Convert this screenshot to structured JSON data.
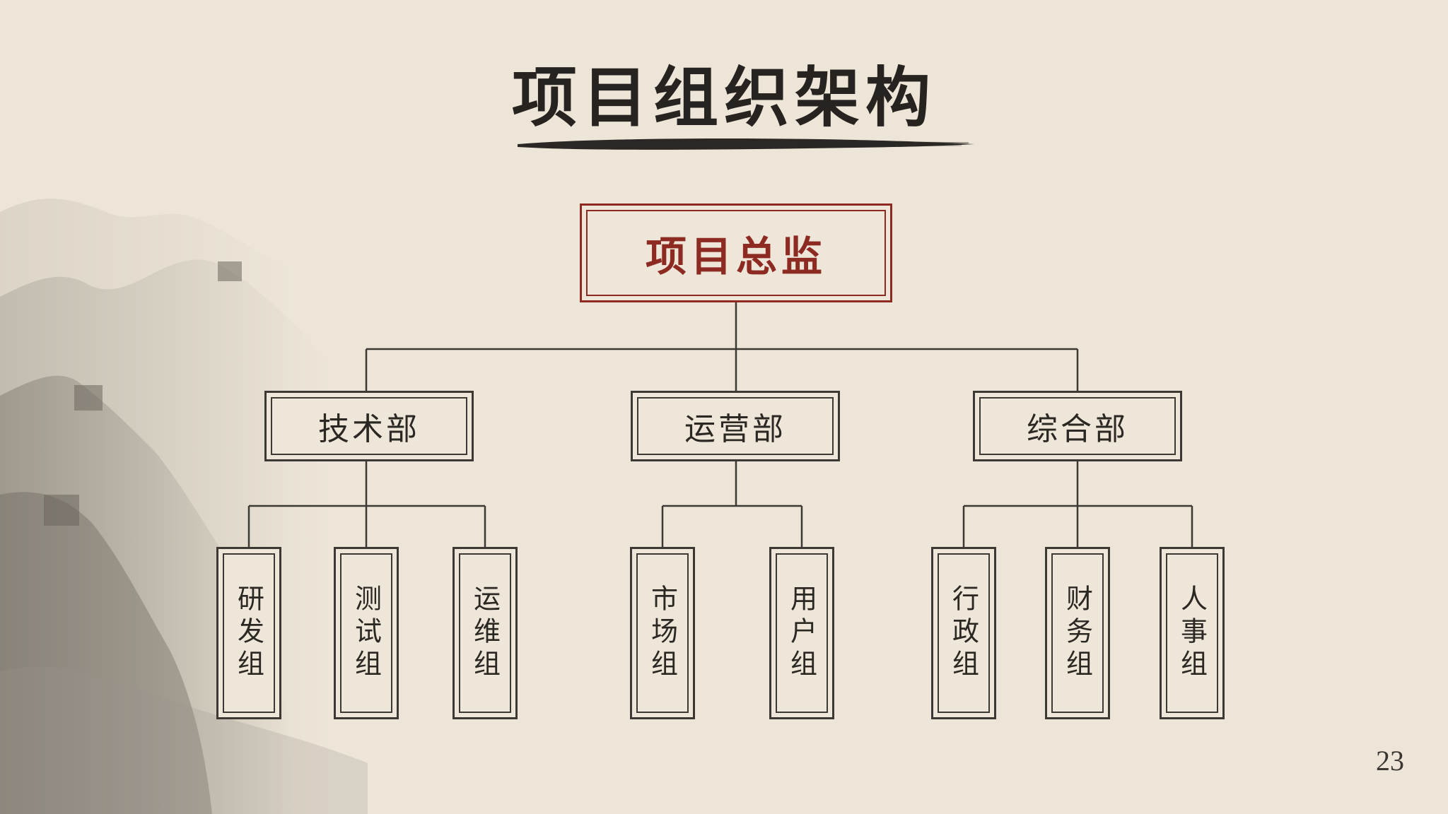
{
  "title": "项目组织架构",
  "director": {
    "label": "项目总监"
  },
  "departments": [
    {
      "label": "技术部",
      "teams": [
        "研发组",
        "测试组",
        "运维组"
      ]
    },
    {
      "label": "运营部",
      "teams": [
        "市场组",
        "用户组"
      ]
    },
    {
      "label": "综合部",
      "teams": [
        "行政组",
        "财务组",
        "人事组"
      ]
    }
  ],
  "page_number": "23",
  "colors": {
    "accent": "#8d2a22",
    "ink": "#2b2824",
    "paper": "#ede6d8"
  }
}
